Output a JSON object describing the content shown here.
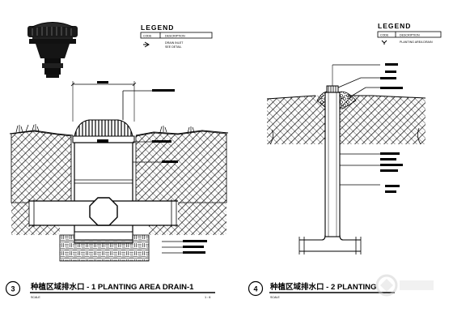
{
  "legend_left": {
    "title": "LEGEND",
    "header_code": "CODE",
    "header_description": "DESCRIPTION",
    "row_description_line1": "DRAIN INLET",
    "row_description_line2": "SEE DETAIL"
  },
  "legend_right": {
    "title": "LEGEND",
    "header_code": "CODE",
    "header_description": "DESCRIPTION",
    "row_description": "PLANTING AREA DRAIN"
  },
  "detail_3": {
    "number": "3",
    "title": "种植区域排水口 - 1 PLANTING AREA DRAIN-1",
    "scale_label": "SCALE",
    "scale_value": "1 : 6"
  },
  "detail_4": {
    "number": "4",
    "title": "种植区域排水口 - 2 PLANTING",
    "scale_label": "SCALE"
  },
  "colors": {
    "ink": "#000000",
    "paper": "#ffffff",
    "watermark": "#d8d8d8"
  }
}
